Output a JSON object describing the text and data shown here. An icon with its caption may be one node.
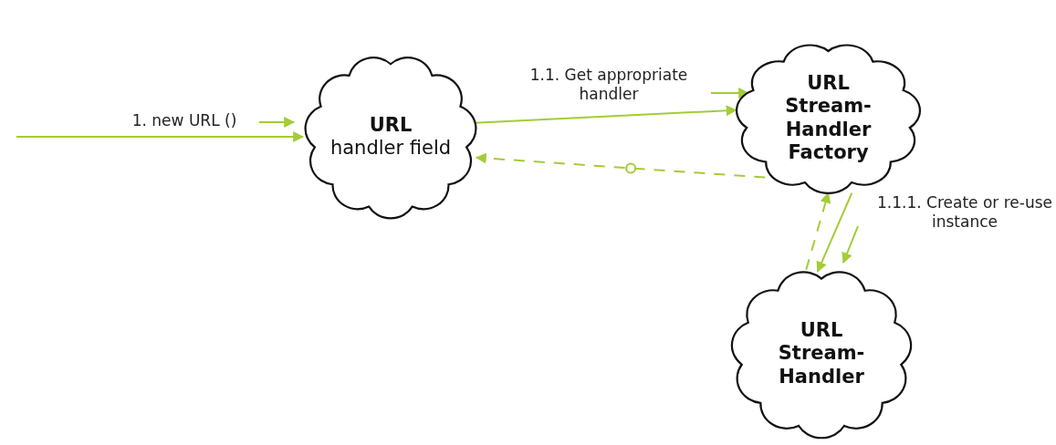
{
  "diagram": {
    "nodes": [
      {
        "text": [
          "URL",
          "handler field"
        ]
      },
      {
        "text": [
          "URL Stream-Handler Factory"
        ]
      },
      {
        "text": [
          "URL Stream-Handler"
        ]
      }
    ],
    "edges": [
      {
        "from": null,
        "to": 0,
        "arrow": "to",
        "label": "1. new URL ()"
      },
      {
        "from": 0,
        "to": 1,
        "arrow": "to",
        "label": "1.1. Get appropriate handler"
      },
      {
        "from": 1,
        "to": 0,
        "arrow": "to",
        "style": "dashed"
      },
      {
        "from": 1,
        "to": 2,
        "arrow": "to",
        "label": "1.1.1. Create or re-use instance"
      },
      {
        "from": 2,
        "to": 1,
        "arrow": "to",
        "style": "dashed"
      }
    ]
  }
}
